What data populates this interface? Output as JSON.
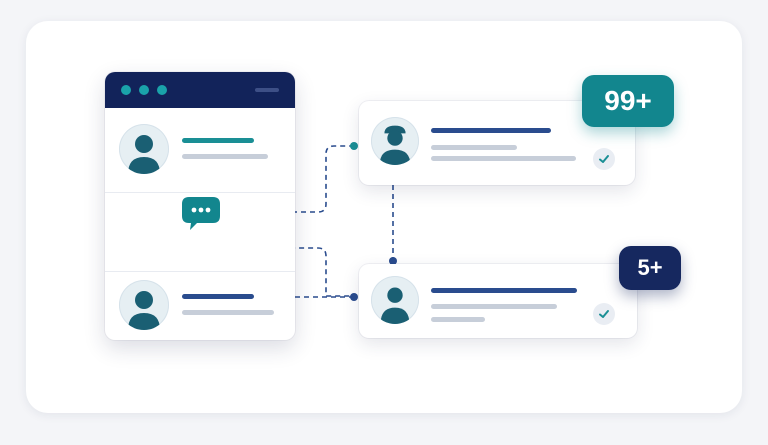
{
  "badges": {
    "top_count": "99+",
    "bottom_count": "5+"
  },
  "colors": {
    "navy": "#12235a",
    "teal": "#12868e",
    "accent_dot": "#1aa3aa",
    "line_gray": "#c7ced9"
  },
  "icons": {
    "window_controls": "three-dots",
    "chat": "chat-bubble-dots-icon",
    "status": "checkmark-icon",
    "avatar": "person-icon"
  }
}
